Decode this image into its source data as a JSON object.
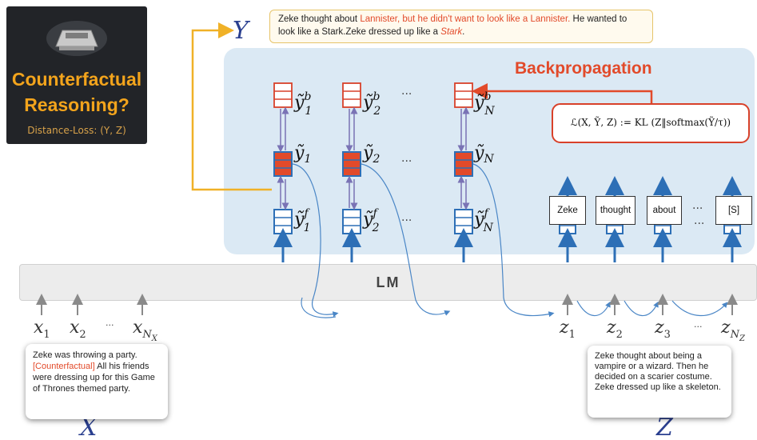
{
  "title_card": {
    "title_line1": "Counterfactual",
    "title_line2": "Reasoning?",
    "subtitle": "Distance-Loss: (Y, Z)"
  },
  "y_note": {
    "part1": "Zeke thought about ",
    "part2": "Lannister, but he didn't want to look like a Lannister.",
    "part3": " He wanted to look like a Stark.Zeke dressed up like a ",
    "part4": "Stark",
    "part5": "."
  },
  "labels": {
    "Y": "Y",
    "X": "X",
    "Z": "Z",
    "lm": "LM",
    "backprop": "Backpropagation",
    "loss": "ℒ(X, Ỹ, Z) := KL (Z‖softmax(Ỹ/τ))",
    "dots": "···"
  },
  "y_nodes": {
    "top": [
      "ỹ",
      "ỹ",
      "ỹ"
    ],
    "top_sup": "b",
    "mid_sup": "",
    "bot_sup": "f",
    "subs": [
      "1",
      "2",
      "N"
    ]
  },
  "x_inputs": [
    {
      "base": "x",
      "sub": "1"
    },
    {
      "base": "x",
      "sub": "2"
    },
    {
      "base": "x",
      "sub": "N",
      "subsub": "X"
    }
  ],
  "z_inputs": [
    {
      "base": "z",
      "sub": "1"
    },
    {
      "base": "z",
      "sub": "2"
    },
    {
      "base": "z",
      "sub": "3"
    },
    {
      "base": "z",
      "sub": "N",
      "subsub": "Z"
    }
  ],
  "words": [
    "Zeke",
    "thought",
    "about",
    "[S]"
  ],
  "x_note": {
    "line1": "Zeke was throwing a party.",
    "tag": "[Counterfactual]",
    "rest": " All his friends were dressing up for this Game of Thrones themed party."
  },
  "z_note": {
    "text": "Zeke thought about being a vampire or a wizard. Then he decided on a scarier costume. Zeke dressed up like a skeleton."
  },
  "colors": {
    "accent_orange": "#f3a41c",
    "red": "#e24a2a",
    "blue": "#2d6fb6",
    "panel": "#dbe9f4"
  }
}
